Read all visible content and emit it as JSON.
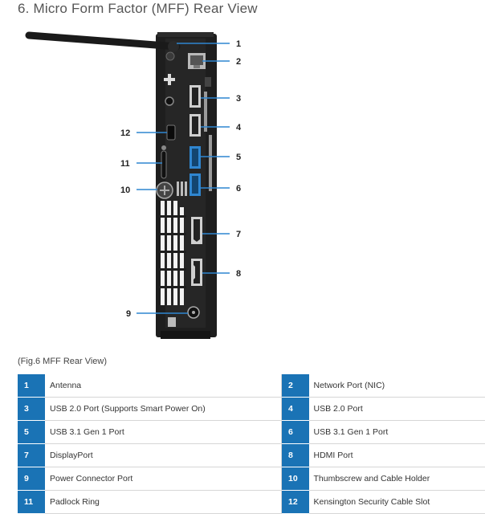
{
  "title": "6. Micro Form Factor (MFF) Rear View",
  "figure": {
    "callout_numbers": [
      "1",
      "2",
      "3",
      "4",
      "5",
      "6",
      "7",
      "8",
      "9",
      "10",
      "11",
      "12"
    ]
  },
  "caption": "(Fig.6 MFF Rear View)",
  "legend": {
    "rows": [
      {
        "left_num": "1",
        "left_label": "Antenna",
        "right_num": "2",
        "right_label": "Network Port (NIC)"
      },
      {
        "left_num": "3",
        "left_label": "USB 2.0 Port (Supports Smart Power On)",
        "right_num": "4",
        "right_label": "USB 2.0 Port"
      },
      {
        "left_num": "5",
        "left_label": "USB 3.1 Gen 1 Port",
        "right_num": "6",
        "right_label": "USB 3.1 Gen 1 Port"
      },
      {
        "left_num": "7",
        "left_label": "DisplayPort",
        "right_num": "8",
        "right_label": "HDMI Port"
      },
      {
        "left_num": "9",
        "left_label": "Power Connector Port",
        "right_num": "10",
        "right_label": "Thumbscrew and Cable Holder"
      },
      {
        "left_num": "11",
        "left_label": "Padlock Ring",
        "right_num": "12",
        "right_label": "Kensington Security Cable Slot"
      }
    ]
  },
  "colors": {
    "accent": "#1a73b5",
    "usb3_blue": "#2f86d0",
    "chassis": "#1e1e1e"
  }
}
